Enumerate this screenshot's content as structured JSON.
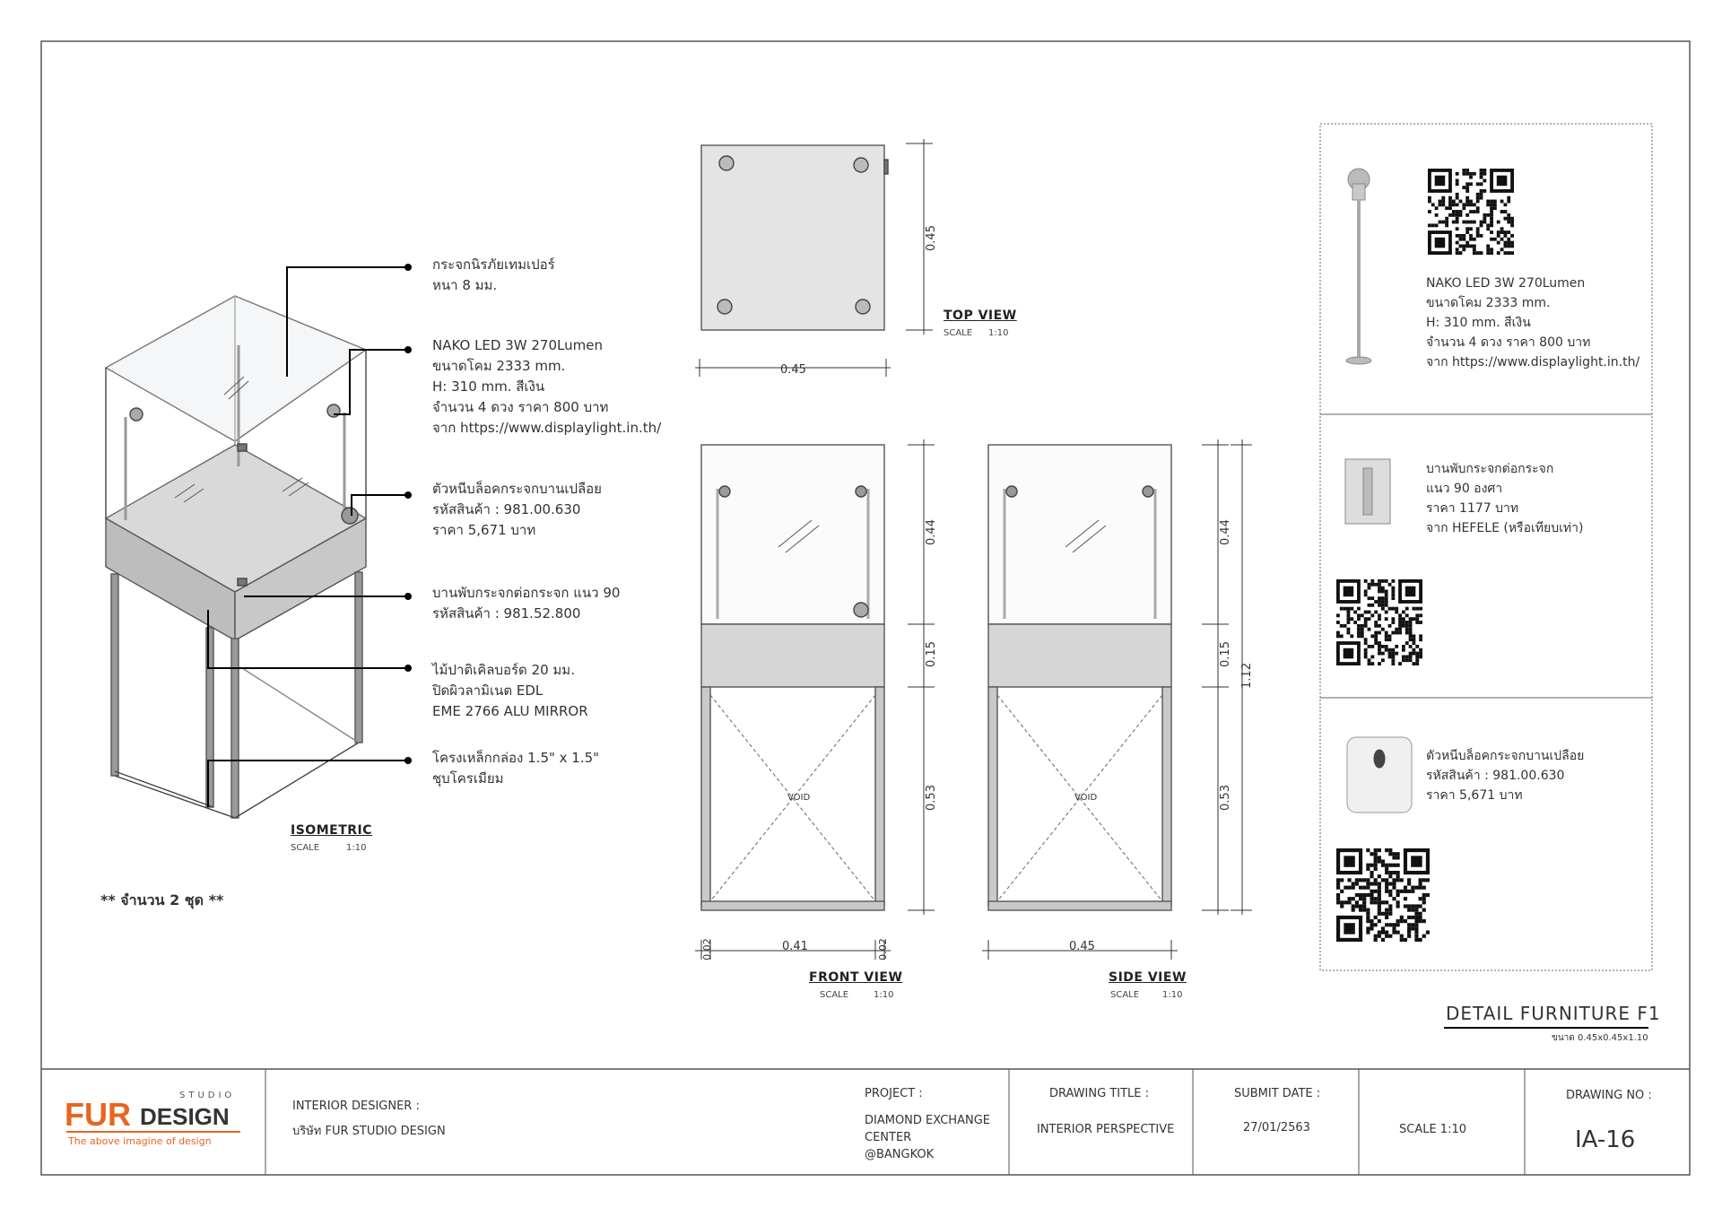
{
  "views": {
    "isometric": {
      "title": "ISOMETRIC",
      "scale_label": "SCALE",
      "scale": "1:10"
    },
    "top": {
      "title": "TOP VIEW",
      "scale_label": "SCALE",
      "scale": "1:10"
    },
    "front": {
      "title": "FRONT VIEW",
      "scale_label": "SCALE",
      "scale": "1:10"
    },
    "side": {
      "title": "SIDE VIEW",
      "scale_label": "SCALE",
      "scale": "1:10"
    }
  },
  "callouts": {
    "glass": [
      "กระจกนิรภัยเทมเปอร์",
      "หนา 8 มม."
    ],
    "led": [
      "NAKO LED 3W 270Lumen",
      "ขนาดโคม 2333 mm.",
      "H: 310 mm. สีเงิน",
      "จำนวน 4 ดวง  ราคา 800 บาท",
      "จาก https://www.displaylight.in.th/"
    ],
    "lock": [
      "ตัวหนีบล็อคกระจกบานเปลือย",
      "รหัสสินค้า : 981.00.630",
      "ราคา 5,671 บาท"
    ],
    "hinge": [
      "บานพับกระจกต่อกระจก แนว 90",
      "รหัสสินค้า : 981.52.800"
    ],
    "board": [
      "ไม้ปาติเคิลบอร์ด 20 มม.",
      "ปิดผิวลามิเนต EDL",
      "EME 2766  ALU MIRROR"
    ],
    "frame": [
      "โครงเหล็กกล่อง 1.5\" x 1.5\"",
      "ชุบโครเมียม"
    ]
  },
  "quantity_note": "** จำนวน 2 ชุด **",
  "dimensions": {
    "top_depth": "0.45",
    "top_width": "0.45",
    "front_glass": "0.44",
    "front_base": "0.15",
    "front_leg": "0.53",
    "front_width": "0.41",
    "front_side_left": "0.02",
    "front_side_right": "0.02",
    "side_glass": "0.44",
    "side_base": "0.15",
    "side_leg": "0.53",
    "side_total": "1.12",
    "side_width": "0.45",
    "void_label": "VOID"
  },
  "spec_panel": {
    "led": [
      "NAKO LED 3W 270Lumen",
      "ขนาดโคม 2333 mm.",
      "H: 310 mm. สีเงิน",
      "จำนวน 4 ดวง  ราคา 800 บาท",
      "จาก https://www.displaylight.in.th/"
    ],
    "hinge": [
      "บานพับกระจกต่อกระจก",
      "แนว 90 องศา",
      "ราคา 1177 บาท",
      "จาก HEFELE (หรือเทียบเท่า)"
    ],
    "lock": [
      "ตัวหนีบล็อคกระจกบานเปลือย",
      "รหัสสินค้า : 981.00.630",
      "ราคา 5,671 บาท"
    ]
  },
  "detail_title": "DETAIL FURNITURE F1",
  "detail_size": "ขนาด 0.45x0.45x1.10",
  "title_block": {
    "logo_top": "STUDIO",
    "logo_fur": "FUR",
    "logo_design": "DESIGN",
    "logo_tagline": "The above imagine of design",
    "designer_label": "INTERIOR DESIGNER :",
    "designer_value": "บริษัท FUR STUDIO DESIGN",
    "project_label": "PROJECT :",
    "project_value": [
      "DIAMOND EXCHANGE",
      "CENTER",
      "@BANGKOK"
    ],
    "drawing_title_label": "DRAWING TITLE :",
    "drawing_title_value": "INTERIOR PERSPECTIVE",
    "submit_label": "SUBMIT DATE :",
    "submit_value": "27/01/2563",
    "scale_value": "SCALE  1:10",
    "drawing_no_label": "DRAWING NO :",
    "drawing_no_value": "IA-16"
  },
  "colors": {
    "logo_orange": "#e8651f",
    "line": "#333333",
    "glass_floor": "#d9d9d9",
    "base": "#bdbdbd"
  }
}
